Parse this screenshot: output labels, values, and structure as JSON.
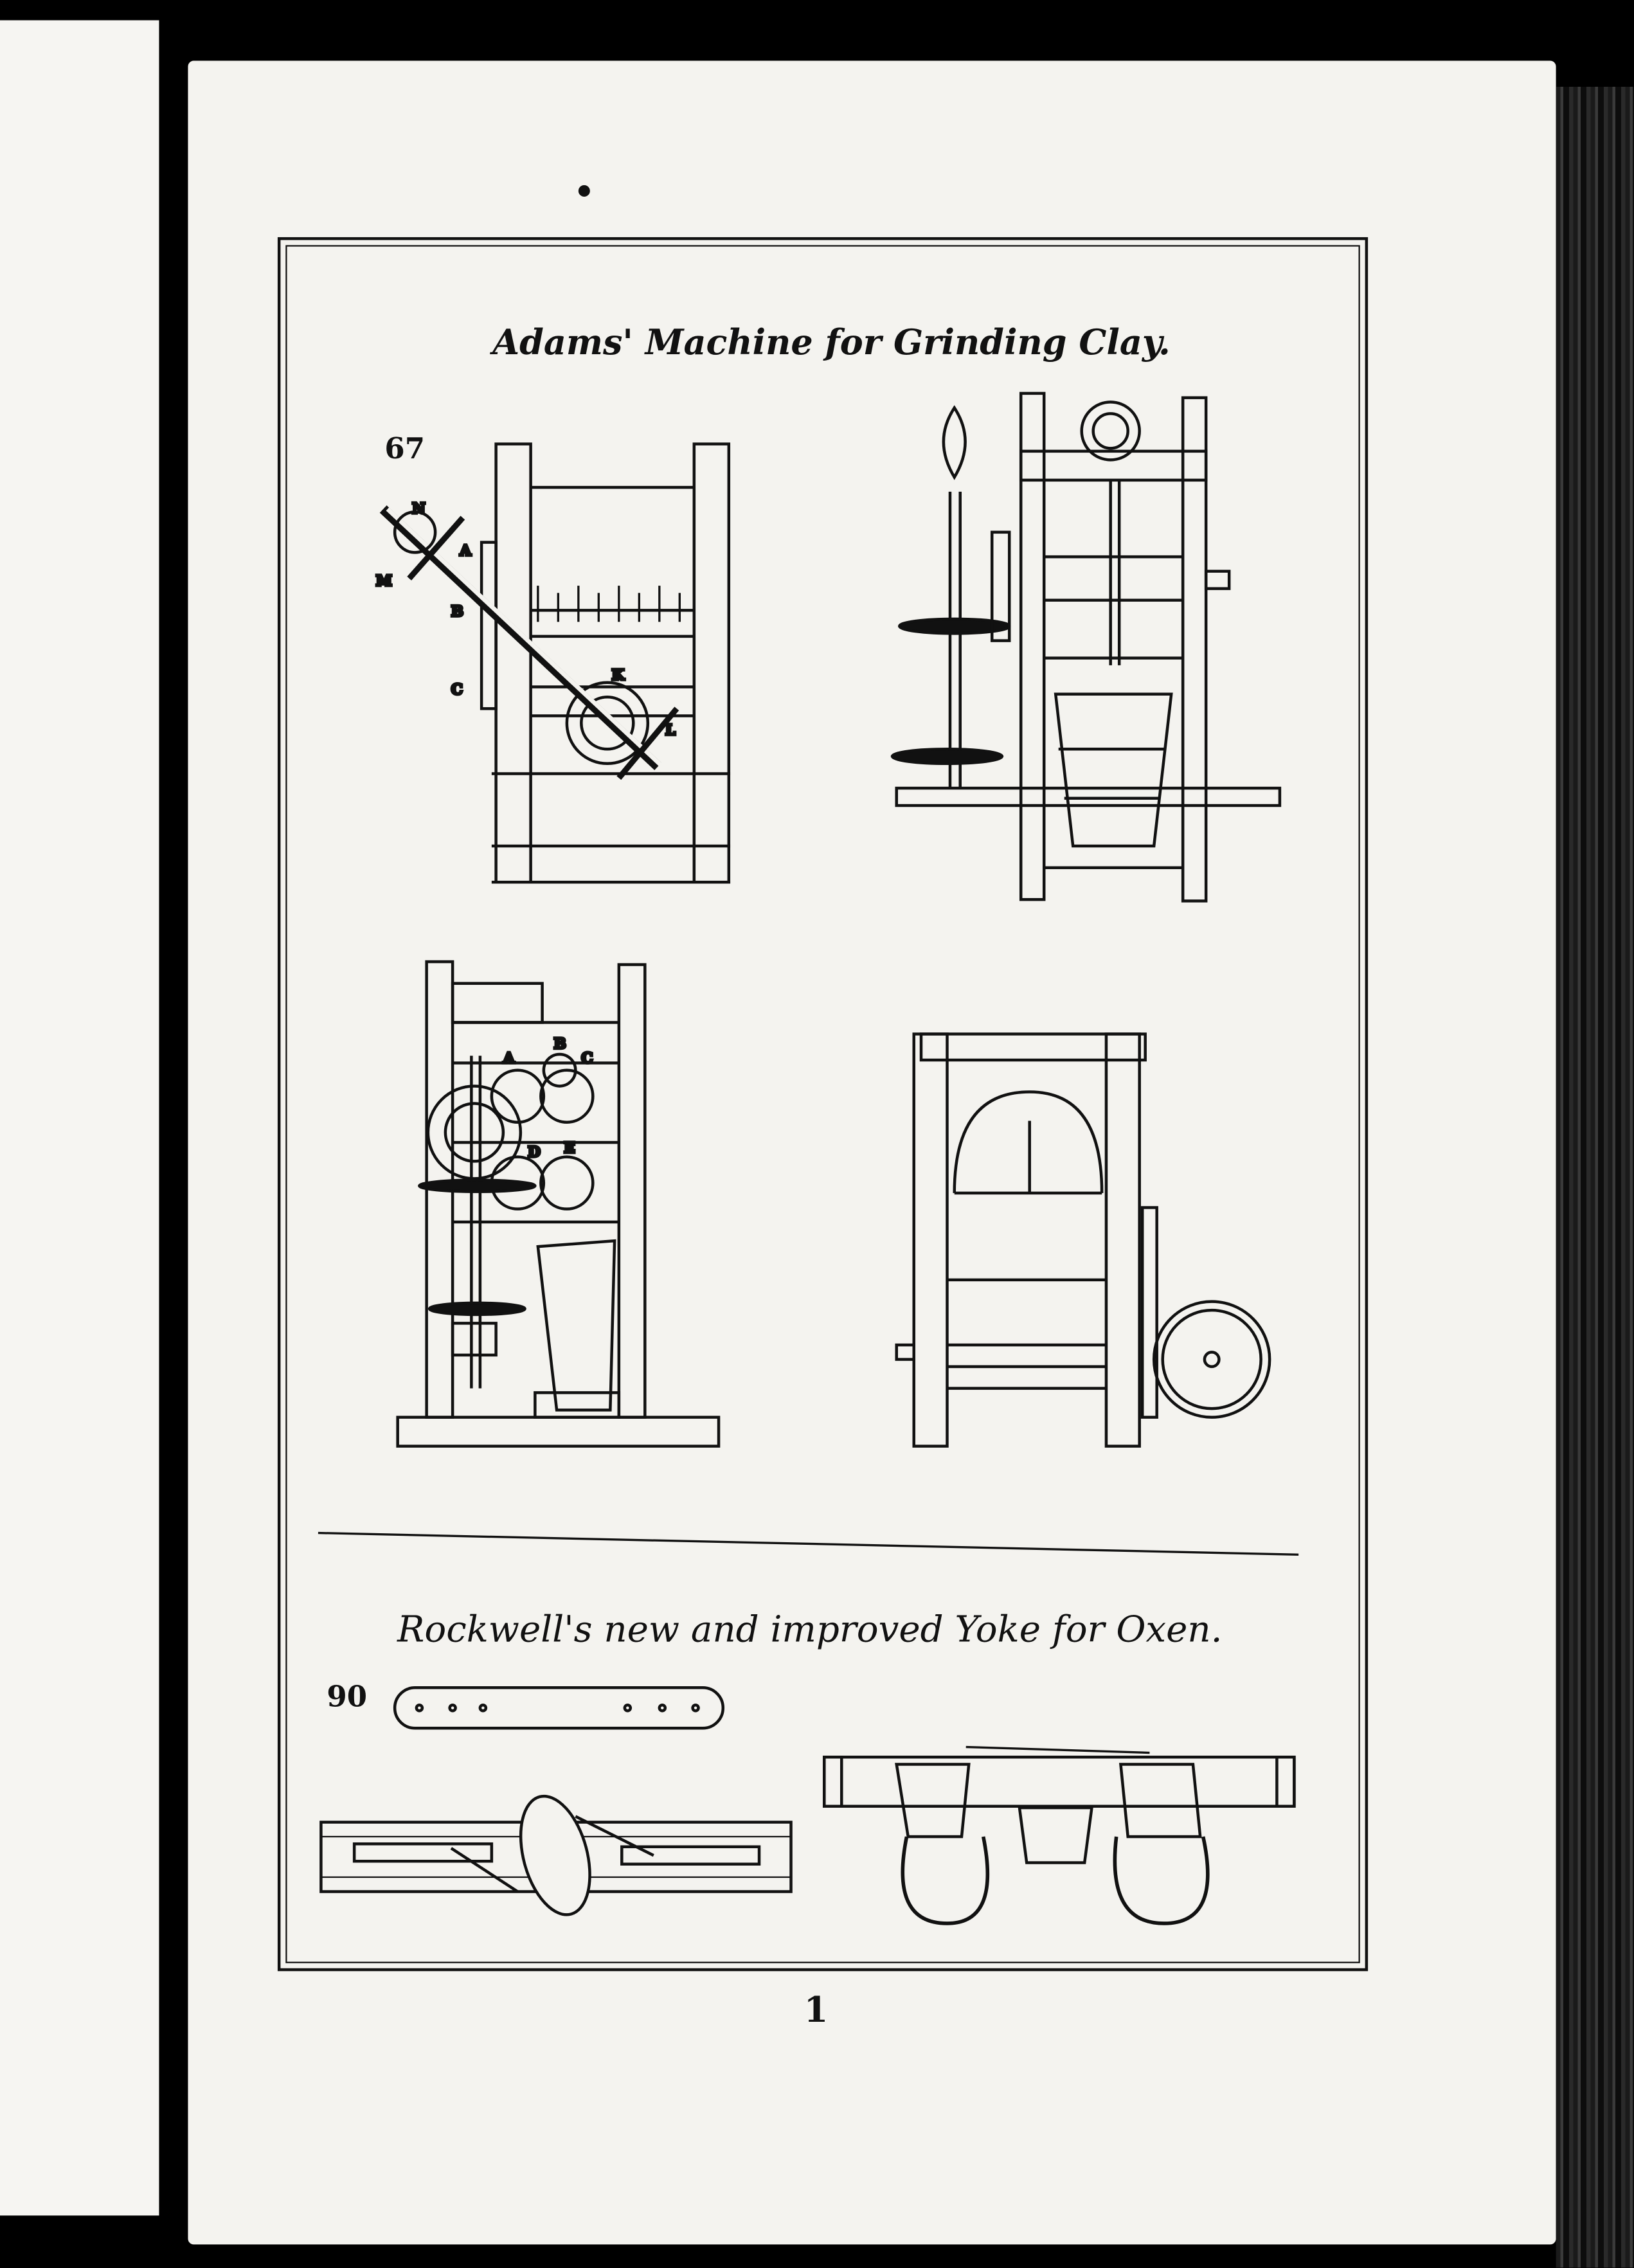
{
  "plate_1": {
    "title": "Adams' Machine for Grinding Clay.",
    "figure_number": "67",
    "labels_view1": [
      "N",
      "A",
      "M",
      "B",
      "C",
      "K",
      "L"
    ],
    "labels_view3": [
      "A",
      "B",
      "C",
      "D",
      "E"
    ]
  },
  "plate_2": {
    "title": "Rockwell's new and improved Yoke for Oxen.",
    "figure_number": "90"
  },
  "page_number": "1"
}
